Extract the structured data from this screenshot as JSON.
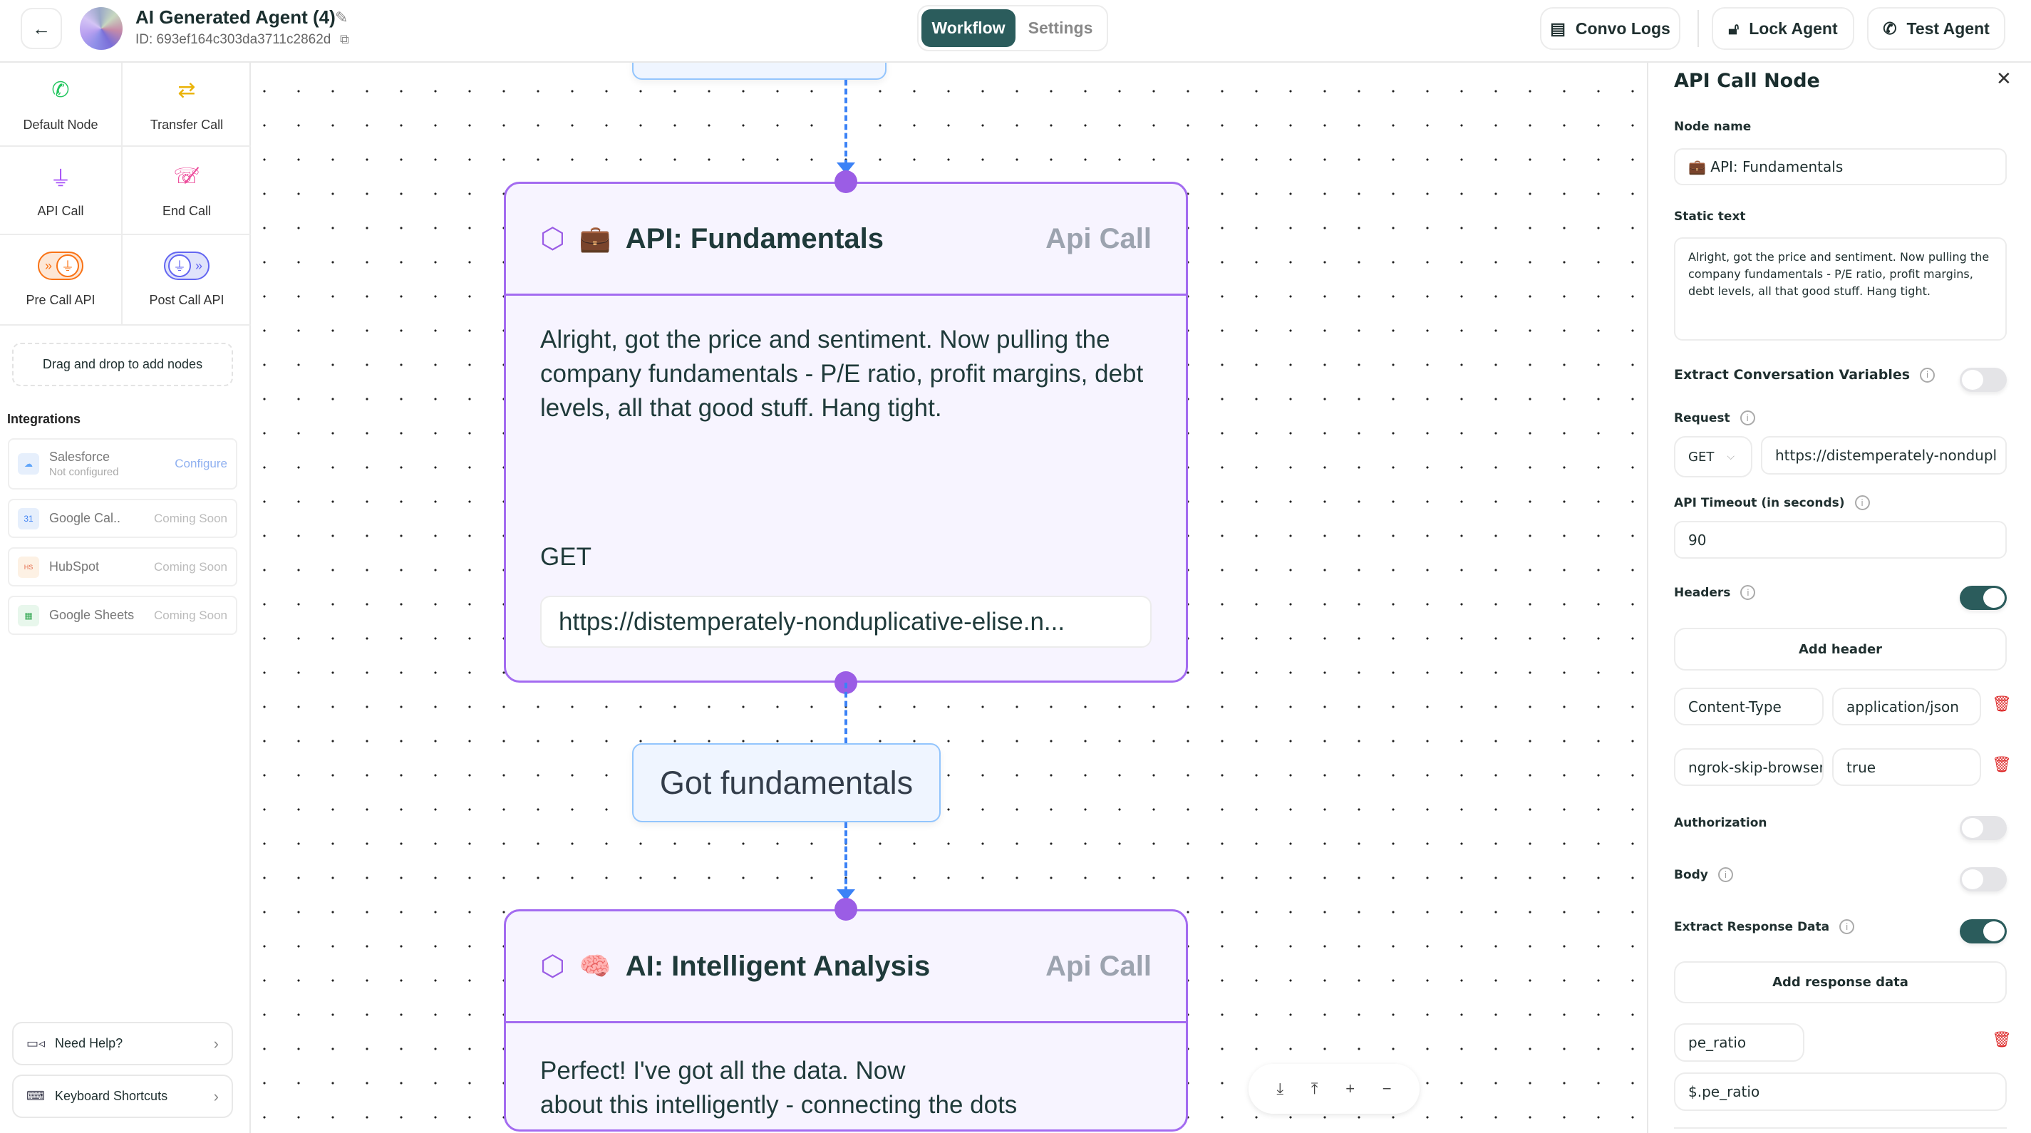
{
  "header": {
    "title": "AI Generated Agent (4)",
    "agent_id": "ID: 693ef164c303da3711c2862d",
    "tabs": [
      {
        "label": "Workflow",
        "active": true
      },
      {
        "label": "Settings",
        "active": false
      }
    ],
    "convo_logs": "Convo Logs",
    "lock_agent": "Lock Agent",
    "test_agent": "Test Agent"
  },
  "sidebar": {
    "nodes": [
      {
        "label": "Default Node",
        "icon": "phone-icon",
        "color": "#22c55e"
      },
      {
        "label": "Transfer Call",
        "icon": "transfer-icon",
        "color": "#eab308"
      },
      {
        "label": "API Call",
        "icon": "plug-icon",
        "color": "#a855f7"
      },
      {
        "label": "End Call",
        "icon": "phone-off-icon",
        "color": "#ec4899"
      },
      {
        "label": "Pre Call API",
        "icon": "pre-call-icon",
        "color": "#f97316"
      },
      {
        "label": "Post Call API",
        "icon": "post-call-icon",
        "color": "#6366f1"
      }
    ],
    "drag_hint": "Drag and drop to add nodes",
    "integrations_title": "Integrations",
    "integrations": [
      {
        "name": "Salesforce",
        "status": "Not configured",
        "action": "Configure"
      },
      {
        "name": "Google Cal..",
        "action": "Coming Soon"
      },
      {
        "name": "HubSpot",
        "action": "Coming Soon"
      },
      {
        "name": "Google Sheets",
        "action": "Coming Soon"
      }
    ],
    "need_help": "Need Help?",
    "keyboard_shortcuts": "Keyboard Shortcuts"
  },
  "canvas": {
    "node1": {
      "emoji": "💼",
      "title": "API: Fundamentals",
      "type": "Api Call",
      "text": "Alright, got the price and sentiment. Now pulling the company fundamentals - P/E ratio, profit margins, debt levels, all that good stuff. Hang tight.",
      "method": "GET",
      "url": "https://distemperately-nonduplicative-elise.n..."
    },
    "edge_label": "Got fundamentals",
    "node2": {
      "emoji": "🧠",
      "title": "AI: Intelligent Analysis",
      "type": "Api Call",
      "text_line1": "Perfect! I've got all the data. Now",
      "text_line2": "about this intelligently - connecting the dots"
    }
  },
  "panel": {
    "title": "API Call Node",
    "node_name_label": "Node name",
    "node_name": "💼 API: Fundamentals",
    "static_text_label": "Static text",
    "static_text": "Alright, got the price and sentiment. Now pulling the company fundamentals - P/E ratio, profit margins, debt levels, all that good stuff. Hang tight.",
    "extract_vars_label": "Extract Conversation Variables",
    "extract_vars_on": false,
    "request_label": "Request",
    "method": "GET",
    "url": "https://distemperately-nondupl",
    "timeout_label": "API Timeout (in seconds)",
    "timeout": "90",
    "headers_label": "Headers",
    "headers_on": true,
    "add_header": "Add header",
    "headers": [
      {
        "key": "Content-Type",
        "value": "application/json"
      },
      {
        "key": "ngrok-skip-browser-warning",
        "value": "true"
      }
    ],
    "authorization_label": "Authorization",
    "authorization_on": false,
    "body_label": "Body",
    "body_on": false,
    "extract_response_label": "Extract Response Data",
    "extract_response_on": true,
    "add_response": "Add response data",
    "response_data": [
      {
        "name": "pe_ratio",
        "path": "$.pe_ratio"
      }
    ]
  }
}
